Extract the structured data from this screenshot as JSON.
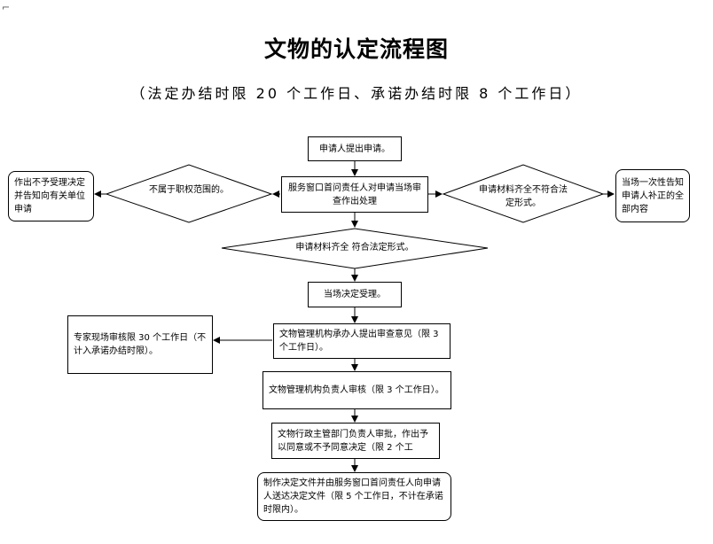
{
  "title": "文物的认定流程图",
  "subtitle": "（法定办结时限 20 个工作日、承诺办结时限 8 个工作日）",
  "nodes": {
    "apply": "申请人提出申请。",
    "review": "服务窗口首问责任人对申请当场审查作出处理",
    "not_scope_decision": "不属于职权范围的。",
    "reject_notify": "作出不予受理决定并告知向有关单位申请",
    "incomplete_decision": "申请材料齐全不符合法定形式。",
    "inform_supplement": "当场一次性告知申请人补正的全部内容",
    "complete_decision": "申请材料齐全 符合法定形式。",
    "accept": "当场决定受理。",
    "handler_opinion": "文物管理机构承办人提出审查意见（限 3 个工作日）。",
    "expert_review": "专家现场审核限 30 个工作日（不计入承诺办结时限）。",
    "officer_review": "文物管理机构负责人审核（限 3 个工作日）。",
    "approval": "文物行政主管部门负责人审批，作出予以同意或不予同意决定（限 2 个工",
    "deliver": "制作决定文件并由服务窗口首问责任人向申请人送达决定文件（限 5 个工作日，不计在承诺时限内）。"
  }
}
